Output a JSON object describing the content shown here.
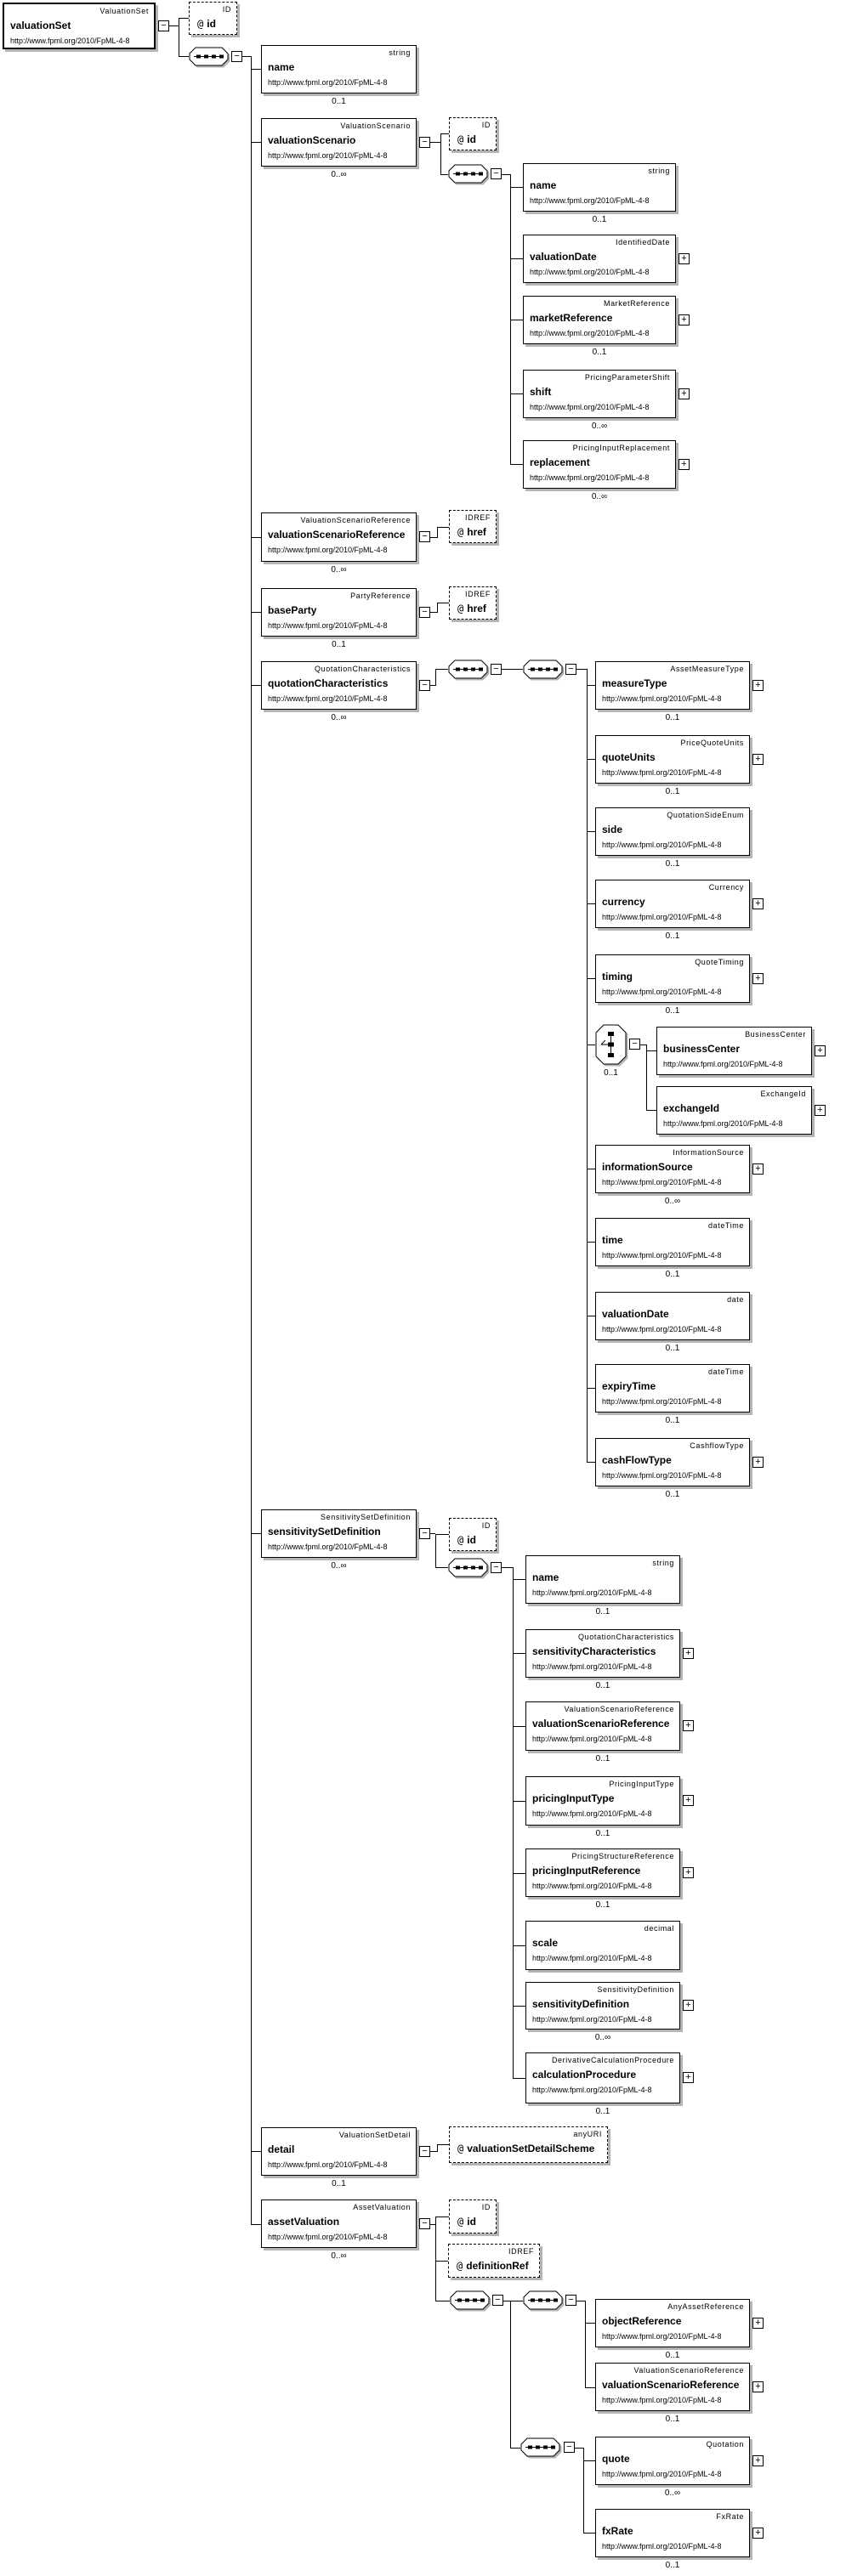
{
  "diagram": {
    "namespace": "http://www.fpml.org/2010/FpML-4-8",
    "attr_prefix": "@",
    "glyphs": {
      "minus": "−",
      "plus": "+"
    },
    "nodes": [
      {
        "id": "root",
        "kind": "element",
        "name": "valuationSet",
        "type": "ValuationSet",
        "card": null,
        "expand": "minus"
      },
      {
        "id": "root_id",
        "kind": "attribute",
        "name": "id",
        "type": "ID",
        "card": null,
        "expand": null
      },
      {
        "id": "root_seq",
        "kind": "sequence",
        "card": null,
        "expand": "minus"
      },
      {
        "id": "vs_name",
        "kind": "element",
        "name": "name",
        "type": "string",
        "card": "0..1",
        "expand": null
      },
      {
        "id": "vsc",
        "kind": "element",
        "name": "valuationScenario",
        "type": "ValuationScenario",
        "card": "0..∞",
        "expand": "minus"
      },
      {
        "id": "vsc_id",
        "kind": "attribute",
        "name": "id",
        "type": "ID",
        "card": null,
        "expand": null
      },
      {
        "id": "vsc_seq",
        "kind": "sequence",
        "card": null,
        "expand": "minus"
      },
      {
        "id": "vsc_name",
        "kind": "element",
        "name": "name",
        "type": "string",
        "card": "0..1",
        "expand": null
      },
      {
        "id": "vsc_valuationDate",
        "kind": "element",
        "name": "valuationDate",
        "type": "IdentifiedDate",
        "card": null,
        "expand": "plus"
      },
      {
        "id": "vsc_marketReference",
        "kind": "element",
        "name": "marketReference",
        "type": "MarketReference",
        "card": "0..1",
        "expand": "plus"
      },
      {
        "id": "vsc_shift",
        "kind": "element",
        "name": "shift",
        "type": "PricingParameterShift",
        "card": "0..∞",
        "expand": "plus"
      },
      {
        "id": "vsc_replacement",
        "kind": "element",
        "name": "replacement",
        "type": "PricingInputReplacement",
        "card": "0..∞",
        "expand": "plus"
      },
      {
        "id": "vsr",
        "kind": "element",
        "name": "valuationScenarioReference",
        "type": "ValuationScenarioReference",
        "card": "0..∞",
        "expand": "minus"
      },
      {
        "id": "vsr_href",
        "kind": "attribute",
        "name": "href",
        "type": "IDREF",
        "card": null,
        "expand": null
      },
      {
        "id": "baseParty",
        "kind": "element",
        "name": "baseParty",
        "type": "PartyReference",
        "card": "0..1",
        "expand": "minus"
      },
      {
        "id": "bp_href",
        "kind": "attribute",
        "name": "href",
        "type": "IDREF",
        "card": null,
        "expand": null
      },
      {
        "id": "qc",
        "kind": "element",
        "name": "quotationCharacteristics",
        "type": "QuotationCharacteristics",
        "card": "0..∞",
        "expand": "minus"
      },
      {
        "id": "qc_seq1",
        "kind": "sequence",
        "card": null,
        "expand": "minus"
      },
      {
        "id": "qc_seq2",
        "kind": "sequence",
        "card": null,
        "expand": "minus"
      },
      {
        "id": "qc_measureType",
        "kind": "element",
        "name": "measureType",
        "type": "AssetMeasureType",
        "card": "0..1",
        "expand": "plus"
      },
      {
        "id": "qc_quoteUnits",
        "kind": "element",
        "name": "quoteUnits",
        "type": "PriceQuoteUnits",
        "card": "0..1",
        "expand": "plus"
      },
      {
        "id": "qc_side",
        "kind": "element",
        "name": "side",
        "type": "QuotationSideEnum",
        "card": "0..1",
        "expand": null
      },
      {
        "id": "qc_currency",
        "kind": "element",
        "name": "currency",
        "type": "Currency",
        "card": "0..1",
        "expand": "plus"
      },
      {
        "id": "qc_timing",
        "kind": "element",
        "name": "timing",
        "type": "QuoteTiming",
        "card": "0..1",
        "expand": "plus"
      },
      {
        "id": "qc_choice",
        "kind": "choice",
        "card": "0..1",
        "expand": "minus"
      },
      {
        "id": "qc_businessCenter",
        "kind": "element",
        "name": "businessCenter",
        "type": "BusinessCenter",
        "card": null,
        "expand": "plus"
      },
      {
        "id": "qc_exchangeId",
        "kind": "element",
        "name": "exchangeId",
        "type": "ExchangeId",
        "card": null,
        "expand": "plus"
      },
      {
        "id": "qc_informationSource",
        "kind": "element",
        "name": "informationSource",
        "type": "InformationSource",
        "card": "0..∞",
        "expand": "plus"
      },
      {
        "id": "qc_time",
        "kind": "element",
        "name": "time",
        "type": "dateTime",
        "card": "0..1",
        "expand": null
      },
      {
        "id": "qc_valuationDate",
        "kind": "element",
        "name": "valuationDate",
        "type": "date",
        "card": "0..1",
        "expand": null
      },
      {
        "id": "qc_expiryTime",
        "kind": "element",
        "name": "expiryTime",
        "type": "dateTime",
        "card": "0..1",
        "expand": null
      },
      {
        "id": "qc_cashFlowType",
        "kind": "element",
        "name": "cashFlowType",
        "type": "CashflowType",
        "card": "0..1",
        "expand": "plus"
      },
      {
        "id": "ssd",
        "kind": "element",
        "name": "sensitivitySetDefinition",
        "type": "SensitivitySetDefinition",
        "card": "0..∞",
        "expand": "minus"
      },
      {
        "id": "ssd_id",
        "kind": "attribute",
        "name": "id",
        "type": "ID",
        "card": null,
        "expand": null
      },
      {
        "id": "ssd_seq",
        "kind": "sequence",
        "card": null,
        "expand": "minus"
      },
      {
        "id": "ssd_name",
        "kind": "element",
        "name": "name",
        "type": "string",
        "card": "0..1",
        "expand": null
      },
      {
        "id": "ssd_sensitivityCharacteristics",
        "kind": "element",
        "name": "sensitivityCharacteristics",
        "type": "QuotationCharacteristics",
        "card": "0..1",
        "expand": "plus"
      },
      {
        "id": "ssd_vsr",
        "kind": "element",
        "name": "valuationScenarioReference",
        "type": "ValuationScenarioReference",
        "card": "0..1",
        "expand": "plus"
      },
      {
        "id": "ssd_pricingInputType",
        "kind": "element",
        "name": "pricingInputType",
        "type": "PricingInputType",
        "card": "0..1",
        "expand": "plus"
      },
      {
        "id": "ssd_pricingInputReference",
        "kind": "element",
        "name": "pricingInputReference",
        "type": "PricingStructureReference",
        "card": "0..1",
        "expand": "plus"
      },
      {
        "id": "ssd_scale",
        "kind": "element",
        "name": "scale",
        "type": "decimal",
        "card": null,
        "expand": null
      },
      {
        "id": "ssd_sensitivityDefinition",
        "kind": "element",
        "name": "sensitivityDefinition",
        "type": "SensitivityDefinition",
        "card": "0..∞",
        "expand": "plus"
      },
      {
        "id": "ssd_calculationProcedure",
        "kind": "element",
        "name": "calculationProcedure",
        "type": "DerivativeCalculationProcedure",
        "card": "0..1",
        "expand": "plus"
      },
      {
        "id": "detail",
        "kind": "element",
        "name": "detail",
        "type": "ValuationSetDetail",
        "card": "0..1",
        "expand": "minus"
      },
      {
        "id": "detail_scheme",
        "kind": "attribute",
        "name": "valuationSetDetailScheme",
        "type": "anyURI",
        "card": null,
        "expand": null
      },
      {
        "id": "av",
        "kind": "element",
        "name": "assetValuation",
        "type": "AssetValuation",
        "card": "0..∞",
        "expand": "minus"
      },
      {
        "id": "av_id",
        "kind": "attribute",
        "name": "id",
        "type": "ID",
        "card": null,
        "expand": null
      },
      {
        "id": "av_defref",
        "kind": "attribute",
        "name": "definitionRef",
        "type": "IDREF",
        "card": null,
        "expand": null
      },
      {
        "id": "av_seqA",
        "kind": "sequence",
        "card": null,
        "expand": "minus"
      },
      {
        "id": "av_seqB",
        "kind": "sequence",
        "card": null,
        "expand": "minus"
      },
      {
        "id": "av_objectReference",
        "kind": "element",
        "name": "objectReference",
        "type": "AnyAssetReference",
        "card": "0..1",
        "expand": "plus"
      },
      {
        "id": "av_vsr",
        "kind": "element",
        "name": "valuationScenarioReference",
        "type": "ValuationScenarioReference",
        "card": "0..1",
        "expand": "plus"
      },
      {
        "id": "av_seqC",
        "kind": "sequence",
        "card": null,
        "expand": "minus"
      },
      {
        "id": "av_quote",
        "kind": "element",
        "name": "quote",
        "type": "Quotation",
        "card": "0..∞",
        "expand": "plus"
      },
      {
        "id": "av_fxRate",
        "kind": "element",
        "name": "fxRate",
        "type": "FxRate",
        "card": "0..1",
        "expand": "plus"
      }
    ]
  }
}
